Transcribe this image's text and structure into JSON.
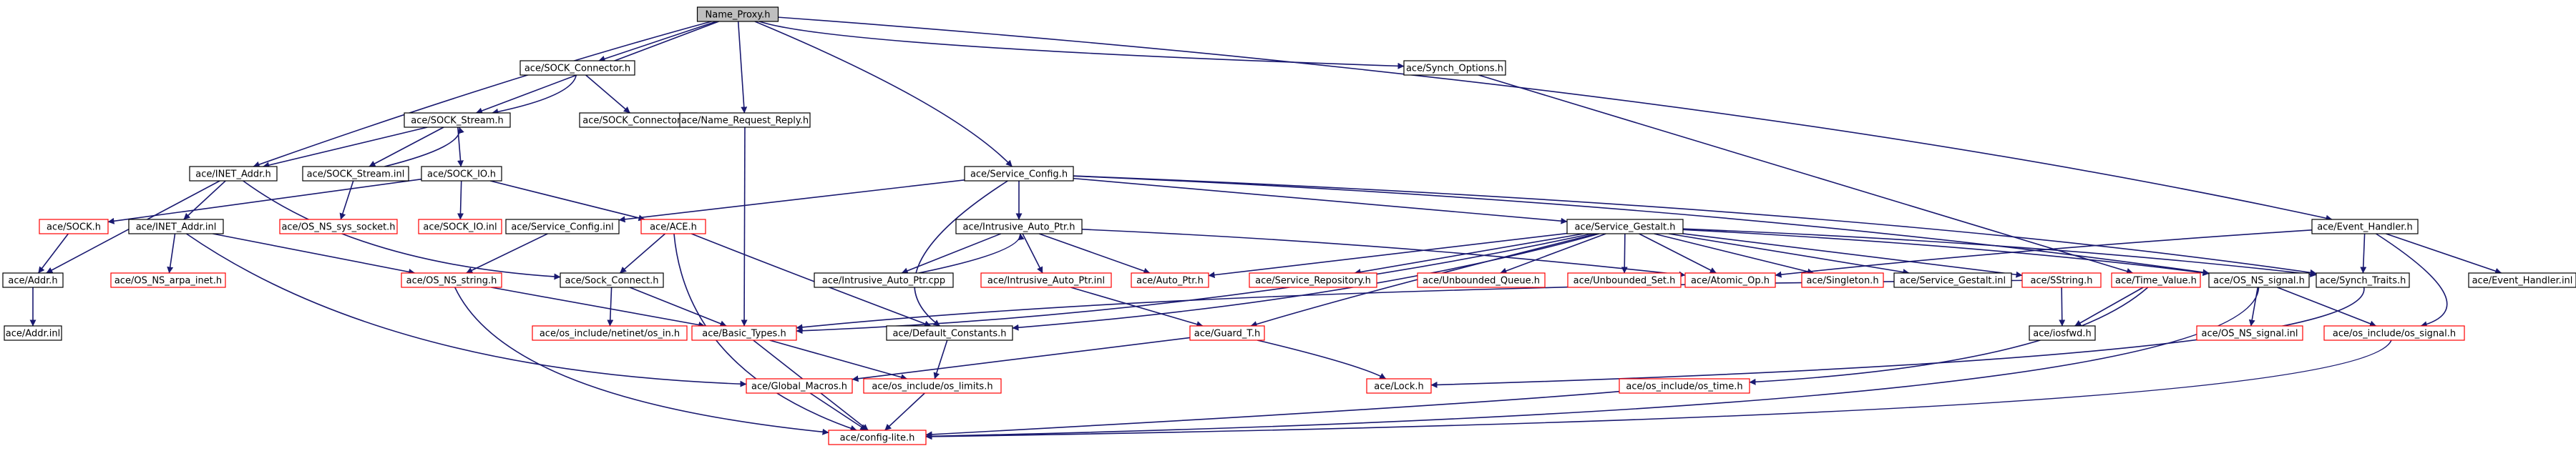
{
  "colors": {
    "edge": "#191970",
    "root_fill": "#bfbfbf",
    "node_border": "#000000",
    "missing_border": "#ff0000"
  },
  "nodes": [
    {
      "id": "root",
      "label": "Name_Proxy.h",
      "kind": "root"
    },
    {
      "id": "sock_connector_h",
      "label": "ace/SOCK_Connector.h",
      "kind": "normal"
    },
    {
      "id": "synch_options_h",
      "label": "ace/Synch_Options.h",
      "kind": "normal"
    },
    {
      "id": "sock_stream_h",
      "label": "ace/SOCK_Stream.h",
      "kind": "normal"
    },
    {
      "id": "sock_connector_inl",
      "label": "ace/SOCK_Connector.inl",
      "kind": "normal"
    },
    {
      "id": "name_request_reply_h",
      "label": "ace/Name_Request_Reply.h",
      "kind": "normal"
    },
    {
      "id": "inet_addr_h",
      "label": "ace/INET_Addr.h",
      "kind": "normal"
    },
    {
      "id": "sock_stream_inl",
      "label": "ace/SOCK_Stream.inl",
      "kind": "normal"
    },
    {
      "id": "sock_io_h",
      "label": "ace/SOCK_IO.h",
      "kind": "normal"
    },
    {
      "id": "service_config_h",
      "label": "ace/Service_Config.h",
      "kind": "normal"
    },
    {
      "id": "sock_h",
      "label": "ace/SOCK.h",
      "kind": "missing"
    },
    {
      "id": "inet_addr_inl",
      "label": "ace/INET_Addr.inl",
      "kind": "normal"
    },
    {
      "id": "os_ns_sys_socket_h",
      "label": "ace/OS_NS_sys_socket.h",
      "kind": "missing"
    },
    {
      "id": "sock_io_inl",
      "label": "ace/SOCK_IO.inl",
      "kind": "missing"
    },
    {
      "id": "ace_h",
      "label": "ace/ACE.h",
      "kind": "missing"
    },
    {
      "id": "service_config_inl",
      "label": "ace/Service_Config.inl",
      "kind": "normal"
    },
    {
      "id": "intrusive_auto_ptr_h",
      "label": "ace/Intrusive_Auto_Ptr.h",
      "kind": "normal"
    },
    {
      "id": "service_gestalt_h",
      "label": "ace/Service_Gestalt.h",
      "kind": "normal"
    },
    {
      "id": "event_handler_h",
      "label": "ace/Event_Handler.h",
      "kind": "normal"
    },
    {
      "id": "addr_h",
      "label": "ace/Addr.h",
      "kind": "normal"
    },
    {
      "id": "os_ns_arpa_inet_h",
      "label": "ace/OS_NS_arpa_inet.h",
      "kind": "missing"
    },
    {
      "id": "os_ns_string_h",
      "label": "ace/OS_NS_string.h",
      "kind": "missing"
    },
    {
      "id": "sock_connect_h",
      "label": "ace/Sock_Connect.h",
      "kind": "normal"
    },
    {
      "id": "intrusive_auto_ptr_cpp",
      "label": "ace/Intrusive_Auto_Ptr.cpp",
      "kind": "normal"
    },
    {
      "id": "intrusive_auto_ptr_inl",
      "label": "ace/Intrusive_Auto_Ptr.inl",
      "kind": "missing"
    },
    {
      "id": "auto_ptr_h",
      "label": "ace/Auto_Ptr.h",
      "kind": "missing"
    },
    {
      "id": "service_repository_h",
      "label": "ace/Service_Repository.h",
      "kind": "missing"
    },
    {
      "id": "unbounded_queue_h",
      "label": "ace/Unbounded_Queue.h",
      "kind": "missing"
    },
    {
      "id": "unbounded_set_h",
      "label": "ace/Unbounded_Set.h",
      "kind": "missing"
    },
    {
      "id": "atomic_op_h",
      "label": "ace/Atomic_Op.h",
      "kind": "missing"
    },
    {
      "id": "singleton_h",
      "label": "ace/Singleton.h",
      "kind": "missing"
    },
    {
      "id": "service_gestalt_inl",
      "label": "ace/Service_Gestalt.inl",
      "kind": "normal"
    },
    {
      "id": "sstring_h",
      "label": "ace/SString.h",
      "kind": "missing"
    },
    {
      "id": "time_value_h",
      "label": "ace/Time_Value.h",
      "kind": "missing"
    },
    {
      "id": "os_ns_signal_h",
      "label": "ace/OS_NS_signal.h",
      "kind": "normal"
    },
    {
      "id": "synch_traits_h",
      "label": "ace/Synch_Traits.h",
      "kind": "normal"
    },
    {
      "id": "event_handler_inl",
      "label": "ace/Event_Handler.inl",
      "kind": "normal"
    },
    {
      "id": "addr_inl",
      "label": "ace/Addr.inl",
      "kind": "normal"
    },
    {
      "id": "os_include_netinet_os_in_h",
      "label": "ace/os_include/netinet/os_in.h",
      "kind": "missing"
    },
    {
      "id": "basic_types_h",
      "label": "ace/Basic_Types.h",
      "kind": "missing"
    },
    {
      "id": "default_constants_h",
      "label": "ace/Default_Constants.h",
      "kind": "normal"
    },
    {
      "id": "guard_t_h",
      "label": "ace/Guard_T.h",
      "kind": "missing"
    },
    {
      "id": "iosfwd_h",
      "label": "ace/iosfwd.h",
      "kind": "normal"
    },
    {
      "id": "os_ns_signal_inl",
      "label": "ace/OS_NS_signal.inl",
      "kind": "missing"
    },
    {
      "id": "os_include_os_signal_h",
      "label": "ace/os_include/os_signal.h",
      "kind": "missing"
    },
    {
      "id": "global_macros_h",
      "label": "ace/Global_Macros.h",
      "kind": "missing"
    },
    {
      "id": "os_include_os_limits_h",
      "label": "ace/os_include/os_limits.h",
      "kind": "missing"
    },
    {
      "id": "lock_h",
      "label": "ace/Lock.h",
      "kind": "missing"
    },
    {
      "id": "os_include_os_time_h",
      "label": "ace/os_include/os_time.h",
      "kind": "missing"
    },
    {
      "id": "config_lite_h",
      "label": "ace/config-lite.h",
      "kind": "missing"
    }
  ],
  "edges": [
    {
      "from": "root",
      "to": "sock_connector_h"
    },
    {
      "from": "root",
      "to": "synch_options_h"
    },
    {
      "from": "root",
      "to": "sock_stream_h"
    },
    {
      "from": "root",
      "to": "name_request_reply_h"
    },
    {
      "from": "root",
      "to": "inet_addr_h"
    },
    {
      "from": "root",
      "to": "service_config_h"
    },
    {
      "from": "root",
      "to": "event_handler_h"
    },
    {
      "from": "sock_connector_h",
      "to": "sock_stream_h"
    },
    {
      "from": "sock_connector_h",
      "to": "sock_connector_inl"
    },
    {
      "from": "synch_options_h",
      "to": "time_value_h"
    },
    {
      "from": "sock_stream_h",
      "to": "inet_addr_h"
    },
    {
      "from": "sock_stream_h",
      "to": "sock_stream_inl"
    },
    {
      "from": "sock_stream_h",
      "to": "sock_io_h"
    },
    {
      "from": "sock_stream_inl",
      "to": "sock_stream_h"
    },
    {
      "from": "sock_stream_inl",
      "to": "os_ns_sys_socket_h"
    },
    {
      "from": "name_request_reply_h",
      "to": "basic_types_h"
    },
    {
      "from": "inet_addr_h",
      "to": "addr_h"
    },
    {
      "from": "inet_addr_h",
      "to": "inet_addr_inl"
    },
    {
      "from": "inet_addr_h",
      "to": "sock_connect_h"
    },
    {
      "from": "sock_io_h",
      "to": "sock_h"
    },
    {
      "from": "sock_io_h",
      "to": "sock_io_inl"
    },
    {
      "from": "sock_io_h",
      "to": "ace_h"
    },
    {
      "from": "service_config_h",
      "to": "service_config_inl"
    },
    {
      "from": "service_config_h",
      "to": "intrusive_auto_ptr_h"
    },
    {
      "from": "service_config_h",
      "to": "service_gestalt_h"
    },
    {
      "from": "service_config_h",
      "to": "default_constants_h"
    },
    {
      "from": "service_config_h",
      "to": "synch_traits_h"
    },
    {
      "from": "service_config_h",
      "to": "os_ns_signal_h"
    },
    {
      "from": "sock_h",
      "to": "addr_h"
    },
    {
      "from": "inet_addr_inl",
      "to": "os_ns_arpa_inet_h"
    },
    {
      "from": "inet_addr_inl",
      "to": "os_ns_string_h"
    },
    {
      "from": "inet_addr_inl",
      "to": "global_macros_h"
    },
    {
      "from": "ace_h",
      "to": "sock_connect_h"
    },
    {
      "from": "ace_h",
      "to": "default_constants_h"
    },
    {
      "from": "ace_h",
      "to": "config_lite_h"
    },
    {
      "from": "service_config_inl",
      "to": "os_ns_string_h"
    },
    {
      "from": "intrusive_auto_ptr_h",
      "to": "intrusive_auto_ptr_cpp"
    },
    {
      "from": "intrusive_auto_ptr_h",
      "to": "intrusive_auto_ptr_inl"
    },
    {
      "from": "intrusive_auto_ptr_h",
      "to": "auto_ptr_h"
    },
    {
      "from": "intrusive_auto_ptr_h",
      "to": "atomic_op_h"
    },
    {
      "from": "intrusive_auto_ptr_cpp",
      "to": "intrusive_auto_ptr_h"
    },
    {
      "from": "service_gestalt_h",
      "to": "auto_ptr_h"
    },
    {
      "from": "service_gestalt_h",
      "to": "service_repository_h"
    },
    {
      "from": "service_gestalt_h",
      "to": "unbounded_queue_h"
    },
    {
      "from": "service_gestalt_h",
      "to": "unbounded_set_h"
    },
    {
      "from": "service_gestalt_h",
      "to": "atomic_op_h"
    },
    {
      "from": "service_gestalt_h",
      "to": "singleton_h"
    },
    {
      "from": "service_gestalt_h",
      "to": "service_gestalt_inl"
    },
    {
      "from": "service_gestalt_h",
      "to": "sstring_h"
    },
    {
      "from": "service_gestalt_h",
      "to": "os_ns_signal_h"
    },
    {
      "from": "service_gestalt_h",
      "to": "synch_traits_h"
    },
    {
      "from": "service_gestalt_h",
      "to": "default_constants_h"
    },
    {
      "from": "service_gestalt_h",
      "to": "guard_t_h"
    },
    {
      "from": "service_gestalt_h",
      "to": "basic_types_h"
    },
    {
      "from": "event_handler_h",
      "to": "atomic_op_h"
    },
    {
      "from": "event_handler_h",
      "to": "synch_traits_h"
    },
    {
      "from": "event_handler_h",
      "to": "event_handler_inl"
    },
    {
      "from": "event_handler_h",
      "to": "os_include_os_signal_h"
    },
    {
      "from": "addr_h",
      "to": "addr_inl"
    },
    {
      "from": "os_ns_string_h",
      "to": "basic_types_h"
    },
    {
      "from": "os_ns_string_h",
      "to": "config_lite_h"
    },
    {
      "from": "sock_connect_h",
      "to": "basic_types_h"
    },
    {
      "from": "sock_connect_h",
      "to": "os_include_netinet_os_in_h"
    },
    {
      "from": "intrusive_auto_ptr_inl",
      "to": "guard_t_h"
    },
    {
      "from": "sstring_h",
      "to": "iosfwd_h"
    },
    {
      "from": "sstring_h",
      "to": "basic_types_h"
    },
    {
      "from": "time_value_h",
      "to": "iosfwd_h"
    },
    {
      "from": "time_value_h",
      "to": "os_include_os_time_h"
    },
    {
      "from": "os_ns_signal_h",
      "to": "os_ns_signal_inl"
    },
    {
      "from": "os_ns_signal_h",
      "to": "os_include_os_signal_h"
    },
    {
      "from": "os_ns_signal_h",
      "to": "config_lite_h"
    },
    {
      "from": "synch_traits_h",
      "to": "lock_h"
    },
    {
      "from": "basic_types_h",
      "to": "config_lite_h"
    },
    {
      "from": "basic_types_h",
      "to": "os_include_os_limits_h"
    },
    {
      "from": "default_constants_h",
      "to": "os_include_os_limits_h"
    },
    {
      "from": "guard_t_h",
      "to": "global_macros_h"
    },
    {
      "from": "guard_t_h",
      "to": "lock_h"
    },
    {
      "from": "global_macros_h",
      "to": "config_lite_h"
    },
    {
      "from": "os_include_os_limits_h",
      "to": "config_lite_h"
    },
    {
      "from": "os_include_os_time_h",
      "to": "config_lite_h"
    },
    {
      "from": "os_include_os_signal_h",
      "to": "config_lite_h"
    }
  ]
}
